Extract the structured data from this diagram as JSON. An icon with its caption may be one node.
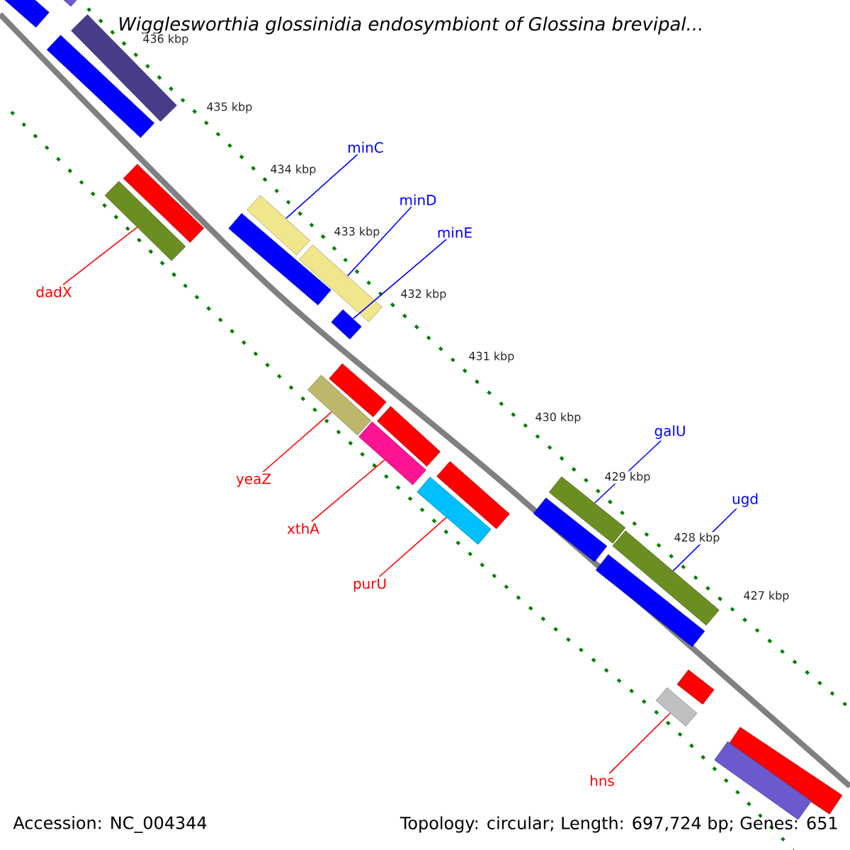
{
  "diagram": {
    "title": "Wigglesworthia glossinidia endosymbiont of Glossina brevipal...",
    "nodes": [
      {
        "text": [
          "minC"
        ]
      },
      {
        "text": [
          "minD"
        ]
      },
      {
        "text": [
          "minE"
        ]
      },
      {
        "text": [
          "dadX"
        ]
      },
      {
        "text": [
          "yeaZ"
        ]
      },
      {
        "text": [
          "xthA"
        ]
      },
      {
        "text": [
          "purU"
        ]
      },
      {
        "text": [
          "galU"
        ]
      },
      {
        "text": [
          "ugd"
        ]
      },
      {
        "text": [
          "hns"
        ]
      },
      {
        "text": [],
        "shape": "bar"
      },
      {
        "text": [],
        "shape": "bar"
      },
      {
        "text": [],
        "shape": "bar"
      },
      {
        "text": [],
        "shape": "bar"
      },
      {
        "text": [],
        "shape": "bar"
      },
      {
        "text": [],
        "shape": "bar"
      },
      {
        "text": [],
        "shape": "bar"
      },
      {
        "text": [],
        "shape": "bar"
      },
      {
        "text": [],
        "shape": "bar"
      },
      {
        "text": [],
        "shape": "bar"
      },
      {
        "text": [],
        "shape": "bar"
      },
      {
        "text": [],
        "shape": "bar"
      },
      {
        "text": [],
        "shape": "bar"
      },
      {
        "text": [],
        "shape": "bar"
      },
      {
        "text": [],
        "shape": "bar"
      },
      {
        "text": [],
        "shape": "bar"
      },
      {
        "text": [],
        "shape": "bar"
      },
      {
        "text": [],
        "shape": "bar"
      },
      {
        "text": [],
        "shape": "bar"
      },
      {
        "text": [],
        "shape": "bar"
      },
      {
        "text": [],
        "shape": "bar"
      },
      {
        "text": [],
        "shape": "bar"
      },
      {
        "text": [],
        "shape": "bar"
      },
      {
        "text": [],
        "shape": "bar"
      }
    ],
    "edges": [
      {
        "from": 0,
        "to": 10,
        "arrow": "none",
        "color": "#0000ff"
      },
      {
        "from": 1,
        "to": 11,
        "arrow": "none",
        "color": "#0000ff"
      },
      {
        "from": 2,
        "to": 12,
        "arrow": "none",
        "color": "#0000ff"
      },
      {
        "from": 3,
        "to": 13,
        "arrow": "none",
        "color": "#ff0000"
      },
      {
        "from": 4,
        "to": 14,
        "arrow": "none",
        "color": "#ff0000"
      },
      {
        "from": 5,
        "to": 15,
        "arrow": "none",
        "color": "#ff0000"
      },
      {
        "from": 6,
        "to": 16,
        "arrow": "none",
        "color": "#ff0000"
      },
      {
        "from": 7,
        "to": 17,
        "arrow": "none",
        "color": "#0000ff"
      },
      {
        "from": 8,
        "to": 18,
        "arrow": "none",
        "color": "#0000ff"
      },
      {
        "from": 9,
        "to": 19,
        "arrow": "none",
        "color": "#ff0000"
      }
    ],
    "labels": [
      "436 kbp",
      "435 kbp",
      "434 kbp",
      "433 kbp",
      "432 kbp",
      "431 kbp",
      "430 kbp",
      "429 kbp",
      "428 kbp",
      "427 kbp",
      "Accession: NC_004344",
      "Topology: circular; Length: 697,724 bp; Genes: 651"
    ]
  }
}
